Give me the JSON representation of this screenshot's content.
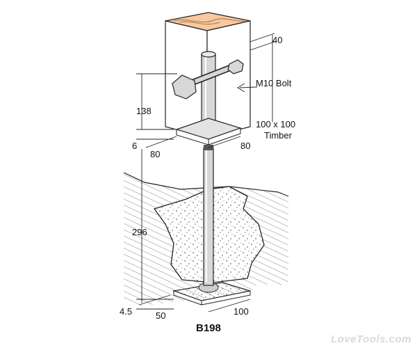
{
  "diagram": {
    "labels": {
      "dim_top_offset": "40",
      "bolt": "M10 Bolt",
      "height_above": "138",
      "timber_size": "100 x 100",
      "timber_word": "Timber",
      "plate_thickness": "6",
      "plate_left": "80",
      "plate_right": "80",
      "embed_depth": "296",
      "base_thickness": "4.5",
      "base_width": "50",
      "base_length": "100"
    },
    "product_code": "B198",
    "watermark": "LoveTools.com"
  }
}
